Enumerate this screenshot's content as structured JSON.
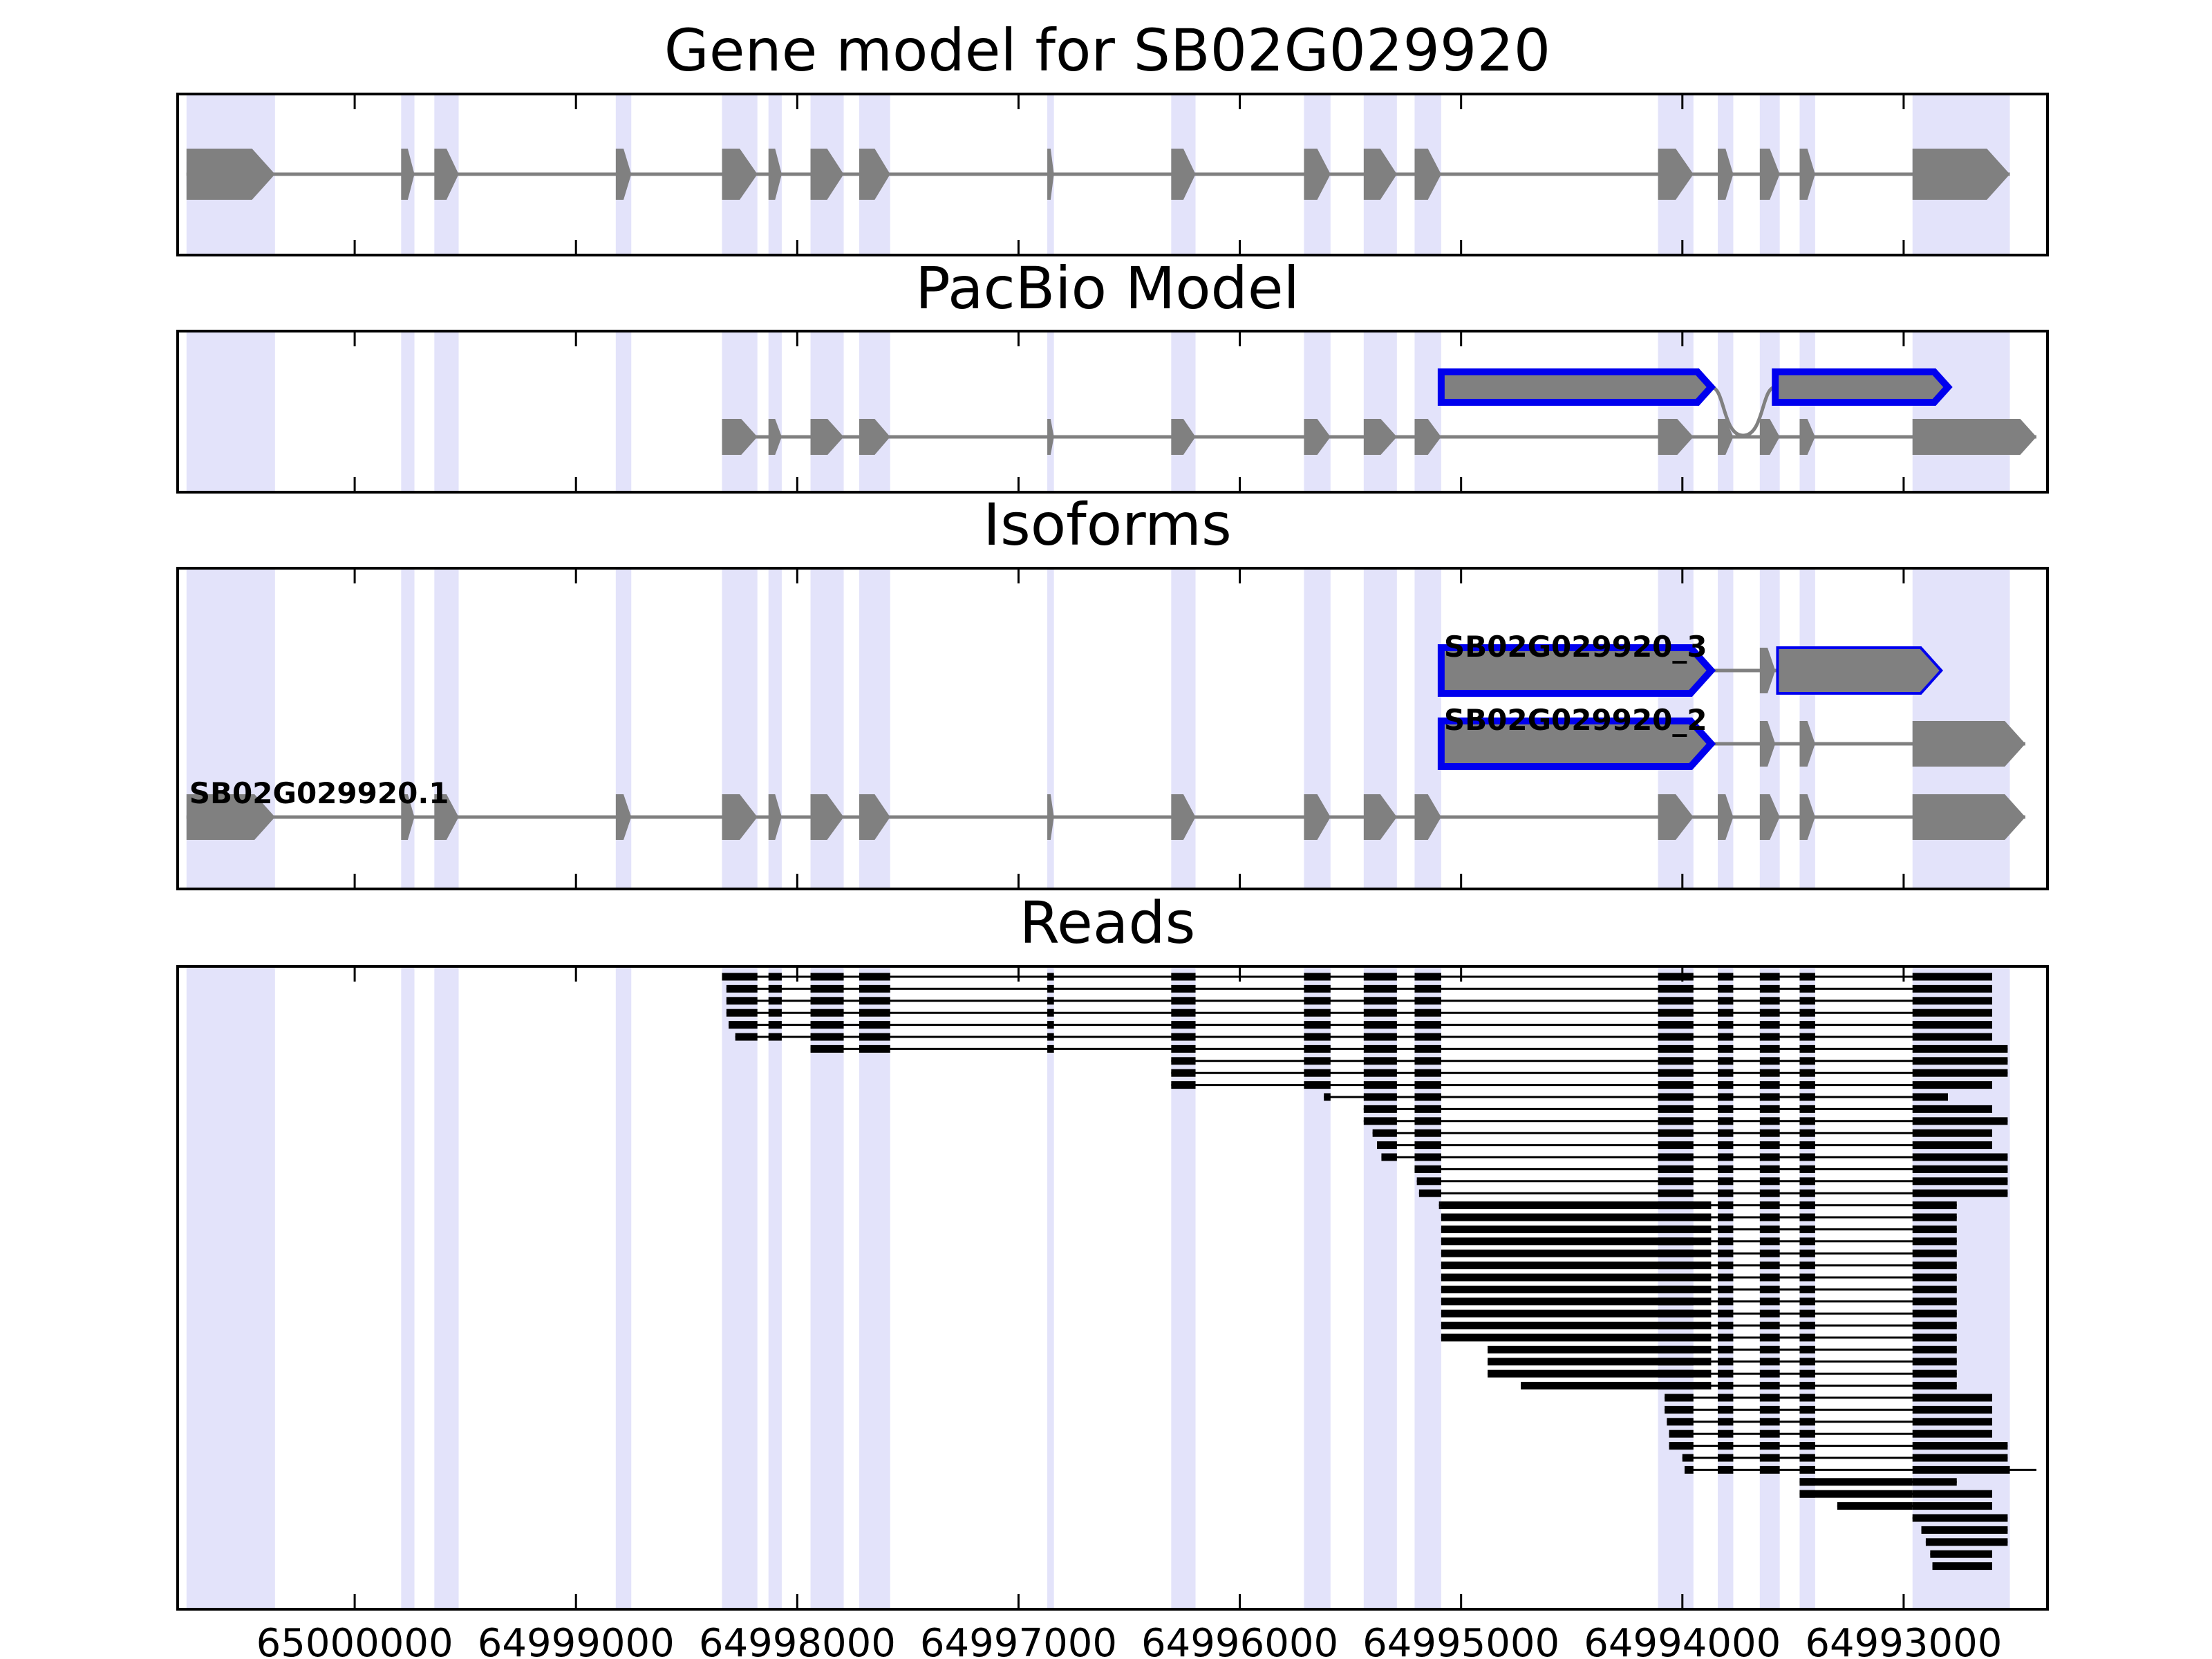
{
  "chart_data": [
    {
      "type": "gene-model",
      "title": "Gene model for SB02G029920",
      "xlim": [
        65000800,
        64992350
      ],
      "exons": [
        [
          65000760,
          65000360
        ],
        [
          64999790,
          64999730
        ],
        [
          64999640,
          64999530
        ],
        [
          64998820,
          64998750
        ],
        [
          64998340,
          64998180
        ],
        [
          64998130,
          64998070
        ],
        [
          64997940,
          64997790
        ],
        [
          64997720,
          64997580
        ],
        [
          64996870,
          64996840
        ],
        [
          64996310,
          64996200
        ],
        [
          64995710,
          64995590
        ],
        [
          64995440,
          64995290
        ],
        [
          64995210,
          64995090
        ],
        [
          64994110,
          64993950
        ],
        [
          64993840,
          64993770
        ],
        [
          64993650,
          64993560
        ],
        [
          64993470,
          64993400
        ],
        [
          64992960,
          64992520
        ]
      ]
    },
    {
      "type": "gene-model",
      "title": "PacBio Model",
      "xlim": [
        65000800,
        64992350
      ],
      "pacbio_blocks": [
        [
          64995090,
          64993870
        ],
        [
          64993580,
          64992800
        ]
      ],
      "exons": [
        [
          64998340,
          64998180
        ],
        [
          64998130,
          64998070
        ],
        [
          64997940,
          64997790
        ],
        [
          64997720,
          64997580
        ],
        [
          64996870,
          64996840
        ],
        [
          64996310,
          64996200
        ],
        [
          64995710,
          64995590
        ],
        [
          64995440,
          64995290
        ],
        [
          64995210,
          64995090
        ],
        [
          64994110,
          64993950
        ],
        [
          64993840,
          64993770
        ],
        [
          64993650,
          64993560
        ],
        [
          64993470,
          64993400
        ],
        [
          64992960,
          64992400
        ]
      ]
    },
    {
      "type": "gene-model",
      "title": "Isoforms",
      "xlim": [
        65000800,
        64992350
      ],
      "isoforms": [
        {
          "name": "SB02G029920_3",
          "pacbio_blocks": [
            [
              64995090,
              64993870
            ],
            [
              64993570,
              64992830
            ]
          ],
          "exons": [
            [
              64993650,
              64993580
            ]
          ]
        },
        {
          "name": "SB02G029920_2",
          "pacbio_blocks": [
            [
              64995090,
              64993870
            ]
          ],
          "exons": [
            [
              64993650,
              64993580
            ],
            [
              64993470,
              64993400
            ],
            [
              64992960,
              64992450
            ]
          ]
        },
        {
          "name": "SB02G029920.1",
          "exons": [
            [
              65000760,
              65000360
            ],
            [
              64999790,
              64999730
            ],
            [
              64999640,
              64999530
            ],
            [
              64998820,
              64998750
            ],
            [
              64998340,
              64998180
            ],
            [
              64998130,
              64998070
            ],
            [
              64997940,
              64997790
            ],
            [
              64997720,
              64997580
            ],
            [
              64996870,
              64996840
            ],
            [
              64996310,
              64996200
            ],
            [
              64995710,
              64995590
            ],
            [
              64995440,
              64995290
            ],
            [
              64995210,
              64995090
            ],
            [
              64994110,
              64993950
            ],
            [
              64993840,
              64993770
            ],
            [
              64993650,
              64993560
            ],
            [
              64993470,
              64993400
            ],
            [
              64992960,
              64992450
            ]
          ]
        }
      ]
    },
    {
      "type": "reads",
      "title": "Reads",
      "xlim": [
        65000800,
        64992350
      ],
      "xticks": [
        65000000,
        64999000,
        64998000,
        64997000,
        64996000,
        64995000,
        64994000,
        64993000
      ],
      "xtick_labels": [
        "65000000",
        "64999000",
        "64998000",
        "64997000",
        "64996000",
        "64995000",
        "64994000",
        "64993000"
      ],
      "reads": [
        [
          64998340,
          64992600
        ],
        [
          64998320,
          64992600
        ],
        [
          64998320,
          64992600
        ],
        [
          64998320,
          64992600
        ],
        [
          64998310,
          64992600
        ],
        [
          64998280,
          64992600
        ],
        [
          64997940,
          64992530
        ],
        [
          64996310,
          64992530
        ],
        [
          64996310,
          64992530
        ],
        [
          64996310,
          64992600
        ],
        [
          64995620,
          64992800
        ],
        [
          64995440,
          64992600
        ],
        [
          64995440,
          64992530
        ],
        [
          64995400,
          64992600
        ],
        [
          64995380,
          64992600
        ],
        [
          64995360,
          64992530
        ],
        [
          64995210,
          64992530
        ],
        [
          64995200,
          64992530
        ],
        [
          64995190,
          64992530
        ],
        [
          64995100,
          64992760
        ],
        [
          64995090,
          64992760
        ],
        [
          64995090,
          64992760
        ],
        [
          64995090,
          64992760
        ],
        [
          64995090,
          64992760
        ],
        [
          64995090,
          64992760
        ],
        [
          64995090,
          64992760
        ],
        [
          64995090,
          64992760
        ],
        [
          64995090,
          64992760
        ],
        [
          64995090,
          64992760
        ],
        [
          64995090,
          64992760
        ],
        [
          64995090,
          64992760
        ],
        [
          64994880,
          64992760
        ],
        [
          64994880,
          64992760
        ],
        [
          64994880,
          64992760
        ],
        [
          64994730,
          64992760
        ],
        [
          64994080,
          64992600
        ],
        [
          64994080,
          64992600
        ],
        [
          64994070,
          64992600
        ],
        [
          64994060,
          64992600
        ],
        [
          64994060,
          64992530
        ],
        [
          64994000,
          64992530
        ],
        [
          64993990,
          64992400
        ],
        [
          64993470,
          64992760
        ],
        [
          64993470,
          64992600
        ],
        [
          64993300,
          64992600
        ],
        [
          64992960,
          64992530
        ],
        [
          64992920,
          64992530
        ],
        [
          64992900,
          64992530
        ],
        [
          64992880,
          64992600
        ],
        [
          64992870,
          64992600
        ]
      ]
    }
  ],
  "colors": {
    "band": "#e3e3fa",
    "exon": "#808080",
    "intron": "#808080",
    "pacbio_stroke": "#0000ee",
    "read": "#000000"
  }
}
